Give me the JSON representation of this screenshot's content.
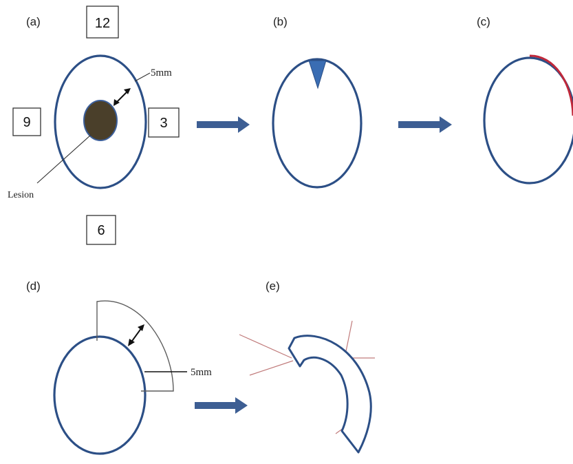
{
  "panels": {
    "a": {
      "label": "(a)"
    },
    "b": {
      "label": "(b)"
    },
    "c": {
      "label": "(c)"
    },
    "d": {
      "label": "(d)"
    },
    "e": {
      "label": "(e)"
    }
  },
  "clock_positions": {
    "twelve": "12",
    "three": "3",
    "six": "6",
    "nine": "9"
  },
  "annotations": {
    "margin_a": "5mm",
    "lesion": "Lesion",
    "margin_d": "5mm"
  },
  "colors": {
    "circle_stroke": "#2c4f86",
    "arrow_fill": "#3d5e93",
    "lesion_fill": "#4a3f2a",
    "wedge_fill": "#3a6db3",
    "red_arc": "#c0283a",
    "thin_line": "#5c5c5c",
    "radial_lines": "#c07a7a"
  }
}
